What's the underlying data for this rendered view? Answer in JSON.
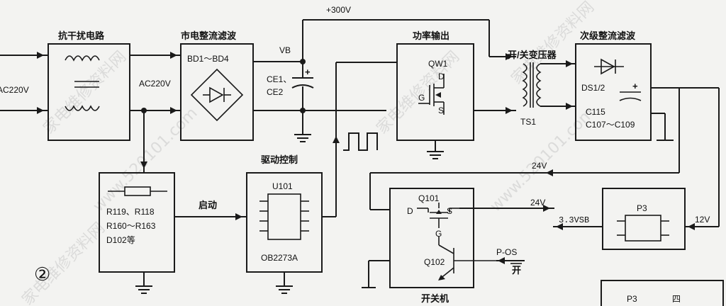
{
  "diagram": {
    "circled_number": "②",
    "blocks": {
      "emi_filter": "抗干扰电路",
      "mains_rectifier": "市电整流滤波",
      "power_output": "功率输出",
      "switch_transformer": "开/关变压器",
      "secondary_rectifier": "次级整流滤波",
      "drive_control": "驱动控制",
      "power_switch": "开关机",
      "startup": "启动"
    },
    "labels": {
      "ac_in": "AC220V",
      "ac_mid": "AC220V",
      "bridge": "BD1～BD4",
      "vb": "VB",
      "plus300": "+300V",
      "ce1": "CE1、",
      "ce2": "CE2",
      "qw1": "QW1",
      "pin_d": "D",
      "pin_g": "G",
      "pin_s": "S",
      "ts1": "TS1",
      "ds": "DS1/2",
      "c115": "C115",
      "c107": "C107～C109",
      "v24_top": "24V",
      "v24_right": "24V",
      "u101": "U101",
      "ob": "OB2273A",
      "r_line1": "R119、R118",
      "r_line2": "R160～R163",
      "r_line3": "D102等",
      "q101": "Q101",
      "q_d": "D",
      "q_s": "S",
      "q_g": "G",
      "q102": "Q102",
      "pos": "P-OS",
      "kai": "开",
      "vsb": "3.3VSB",
      "p3_a": "P3",
      "v12": "12V",
      "p3_b": "P3",
      "bottom_right": "四"
    },
    "watermarks": [
      "家电维修资料网",
      "www.520101.com",
      "家电维修资料网",
      "www.520101.com",
      "家电维修资料网",
      "家电维修资料网"
    ]
  }
}
